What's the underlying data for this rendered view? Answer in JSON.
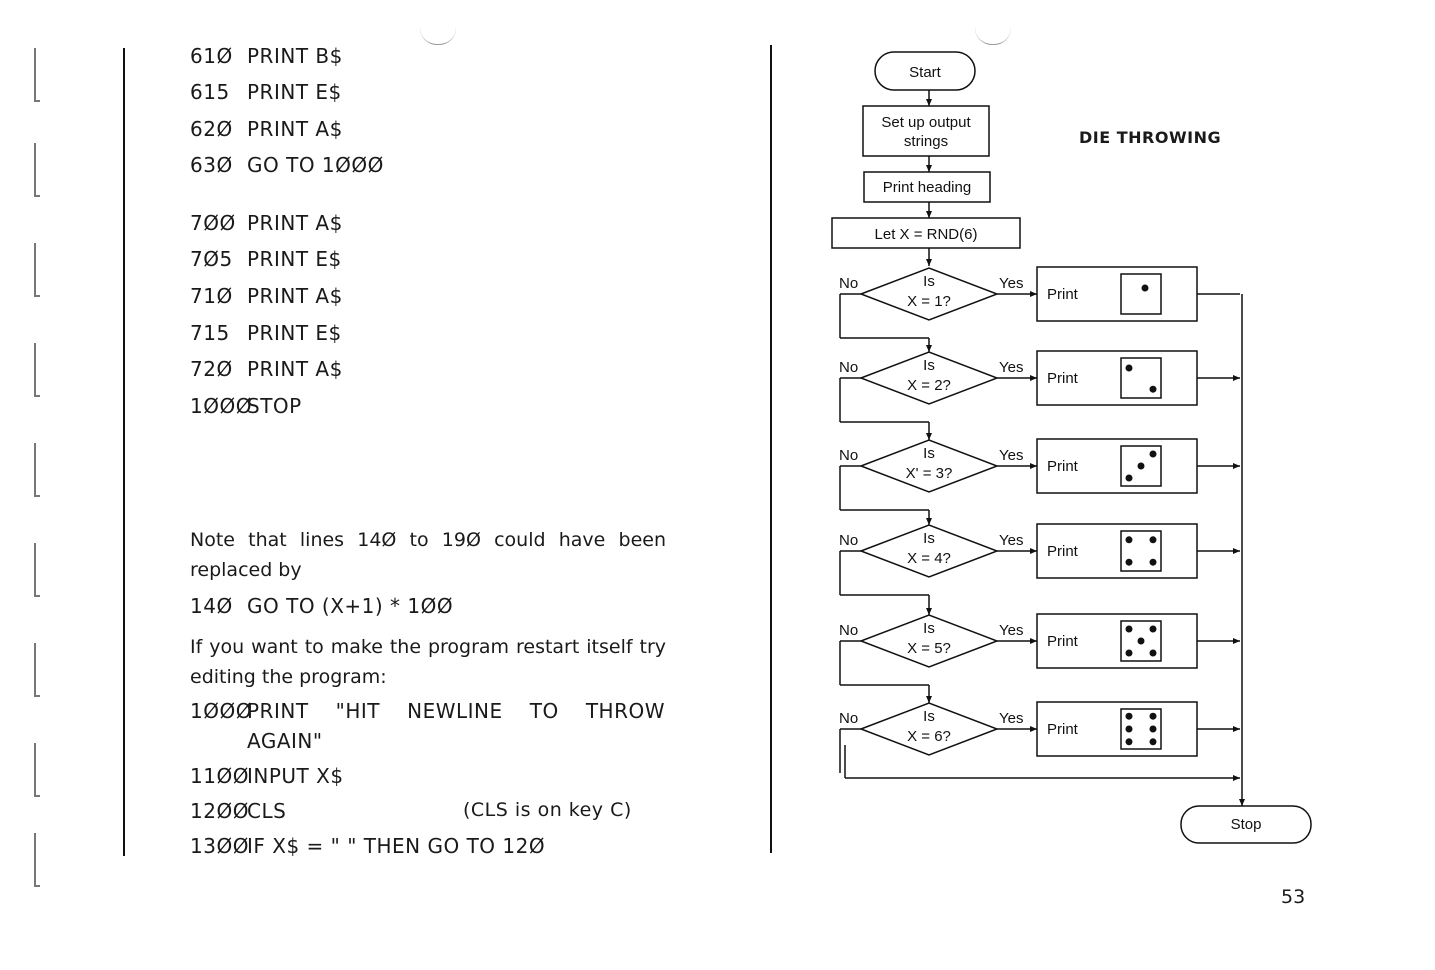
{
  "code_lines": [
    {
      "num": "61Ø",
      "stmt": "PRINT B$"
    },
    {
      "num": "615",
      "stmt": "PRINT E$"
    },
    {
      "num": "62Ø",
      "stmt": "PRINT A$"
    },
    {
      "num": "63Ø",
      "stmt": "GO TO 1ØØØ"
    },
    {
      "num": "7ØØ",
      "stmt": "PRINT A$"
    },
    {
      "num": "7Ø5",
      "stmt": "PRINT E$"
    },
    {
      "num": "71Ø",
      "stmt": "PRINT A$"
    },
    {
      "num": "715",
      "stmt": "PRINT E$"
    },
    {
      "num": "72Ø",
      "stmt": "PRINT A$"
    },
    {
      "num": "1ØØØ",
      "stmt": "STOP"
    }
  ],
  "note": {
    "text": "Note that lines 14Ø to 19Ø could have been replaced by",
    "code_num": "14Ø",
    "code_stmt": "GO TO (X+1) * 1ØØ"
  },
  "restart": {
    "text": "If you want to make the program restart itself try editing the program:",
    "line1_num": "1ØØØ",
    "line1_stmt": "PRINT \"HIT NEWLINE TO THROW",
    "line1_cont": "AGAIN\"",
    "line2_num": "11ØØ",
    "line2_stmt": "INPUT X$",
    "line3_num": "12ØØ",
    "line3_stmt": "CLS",
    "line3_comment": "(CLS is on key C)",
    "line4_num": "13ØØ",
    "line4_stmt": "IF X$ = \" \" THEN GO TO 12Ø"
  },
  "flowchart": {
    "heading": "DIE THROWING",
    "start": "Start",
    "setup_1": "Set up output",
    "setup_2": "strings",
    "print_heading": "Print heading",
    "let": "Let X = RND(6)",
    "is_label": "Is",
    "decisions": [
      "X = 1?",
      "X = 2?",
      "X' = 3?",
      "X = 4?",
      "X = 5?",
      "X = 6?"
    ],
    "yes": "Yes",
    "no": "No",
    "print": "Print",
    "stop": "Stop"
  },
  "page_number": "53"
}
